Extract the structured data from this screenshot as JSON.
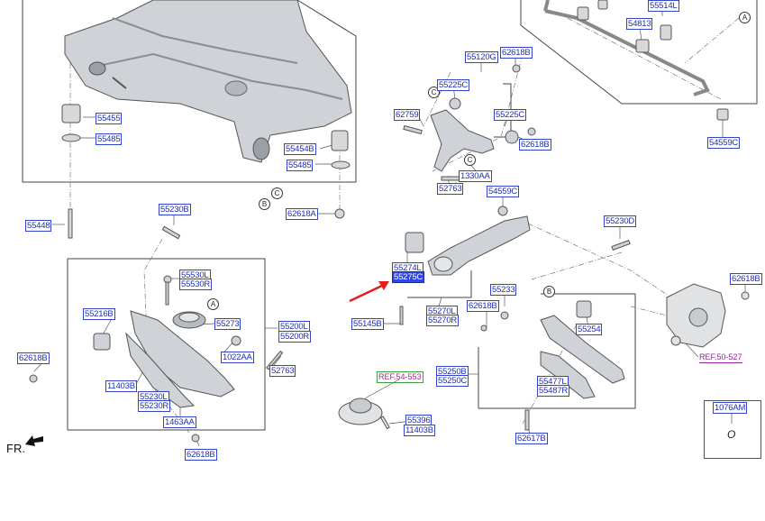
{
  "diagram": {
    "direction_label": "FR.",
    "part_labels": [
      {
        "text": "55455",
        "selected": false
      },
      {
        "text": "55485",
        "selected": false
      },
      {
        "text": "55454B",
        "selected": false
      },
      {
        "text": "55485",
        "selected": false
      },
      {
        "text": "62618A",
        "selected": false
      },
      {
        "text": "55448",
        "selected": false
      },
      {
        "text": "55230B",
        "selected": false
      },
      {
        "text": "55530L",
        "selected": false
      },
      {
        "text": "55530R",
        "selected": false
      },
      {
        "text": "55216B",
        "selected": false
      },
      {
        "text": "55273",
        "selected": false
      },
      {
        "text": "55200L",
        "selected": false
      },
      {
        "text": "55200R",
        "selected": false
      },
      {
        "text": "62618B",
        "selected": false
      },
      {
        "text": "1022AA",
        "selected": false
      },
      {
        "text": "52763",
        "selected": false
      },
      {
        "text": "11403B",
        "selected": false
      },
      {
        "text": "55230L",
        "selected": false
      },
      {
        "text": "55230R",
        "selected": false
      },
      {
        "text": "1463AA",
        "selected": false
      },
      {
        "text": "62618B",
        "selected": false
      },
      {
        "text": "55514L",
        "selected": false
      },
      {
        "text": "54813",
        "selected": false
      },
      {
        "text": "54559C",
        "selected": false
      },
      {
        "text": "55120G",
        "selected": false
      },
      {
        "text": "62618B",
        "selected": false
      },
      {
        "text": "55225C",
        "selected": false
      },
      {
        "text": "55225C",
        "selected": false
      },
      {
        "text": "62759",
        "selected": false
      },
      {
        "text": "62618B",
        "selected": false
      },
      {
        "text": "1330AA",
        "selected": false
      },
      {
        "text": "52763",
        "selected": false
      },
      {
        "text": "54559C",
        "selected": false
      },
      {
        "text": "55230D",
        "selected": false
      },
      {
        "text": "55274L",
        "selected": false
      },
      {
        "text": "55275C",
        "selected": true
      },
      {
        "text": "55233",
        "selected": false
      },
      {
        "text": "62618B",
        "selected": false
      },
      {
        "text": "55270L",
        "selected": false
      },
      {
        "text": "55270R",
        "selected": false
      },
      {
        "text": "55145B",
        "selected": false
      },
      {
        "text": "62618B",
        "selected": false
      },
      {
        "text": "55254",
        "selected": false
      },
      {
        "text": "55250B",
        "selected": false
      },
      {
        "text": "55250C",
        "selected": false
      },
      {
        "text": "55477L",
        "selected": false
      },
      {
        "text": "55487R",
        "selected": false
      },
      {
        "text": "55396",
        "selected": false
      },
      {
        "text": "11403B",
        "selected": false
      },
      {
        "text": "62617B",
        "selected": false
      },
      {
        "text": "1076AM",
        "selected": false
      }
    ],
    "references": [
      {
        "text": "REF.54-553"
      },
      {
        "text": "REF.50-527"
      }
    ],
    "callouts": [
      "A",
      "B",
      "C",
      "B",
      "C",
      "A",
      "C"
    ],
    "inset_symbol": "O",
    "colors": {
      "label_text": "#1f2fb8",
      "label_border": "#3344cc",
      "label_selected_bg": "#2f46e6",
      "pointer_arrow": "#e02020",
      "ref_text": "#9a1fa6"
    }
  }
}
